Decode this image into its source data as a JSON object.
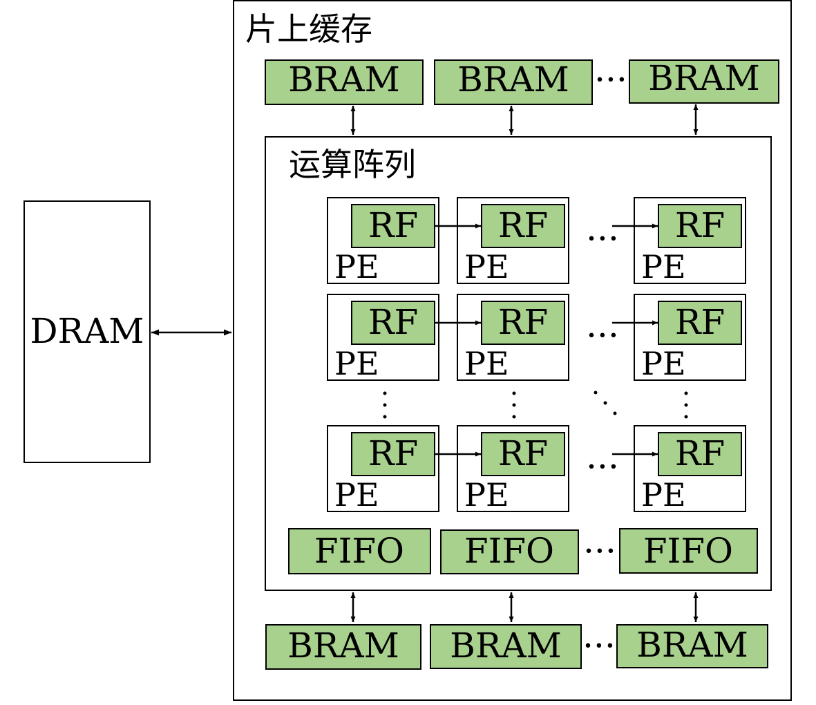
{
  "colors": {
    "block_fill": "#a9d18e",
    "line": "#000000",
    "background": "#ffffff"
  },
  "dram": {
    "label": "DRAM"
  },
  "onchip": {
    "title": "片上缓存"
  },
  "array": {
    "title": "运算阵列"
  },
  "bram_label": "BRAM",
  "fifo_label": "FIFO",
  "rf_label": "RF",
  "pe_label": "PE",
  "ellipsis": "···"
}
